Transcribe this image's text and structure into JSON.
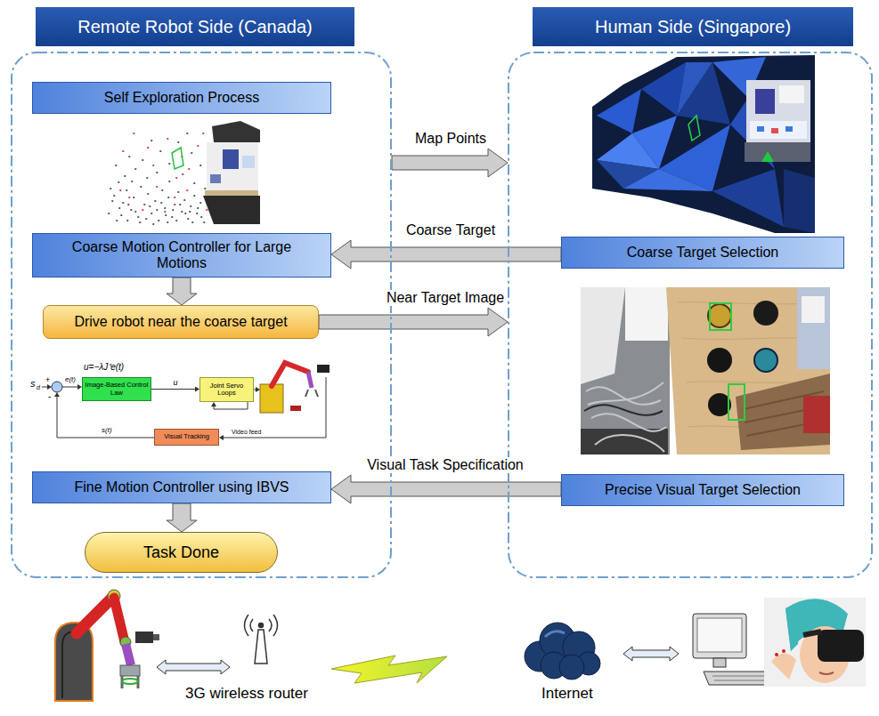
{
  "diagram": {
    "nodes": [
      {
        "text": [
          "Remote Robot Side (Canada)"
        ]
      },
      {
        "text": [
          "Self Exploration Process"
        ],
        "in": 0
      },
      {
        "text": [
          "Coarse Motion Controller for Large Motions"
        ],
        "in": 0
      },
      {
        "text": [
          "Drive robot near the coarse target"
        ],
        "in": 0
      },
      {
        "text": [
          "Image-Based Control Law"
        ],
        "in": 0
      },
      {
        "text": [
          "Joint Servo Loops"
        ],
        "in": 0
      },
      {
        "text": [
          "Visual Tracking"
        ],
        "in": 0
      },
      {
        "text": [
          "Fine Motion Controller using IBVS"
        ],
        "in": 0
      },
      {
        "text": [
          "Task Done"
        ],
        "in": 0
      },
      {
        "text": [
          "Human Side (Singapore)"
        ]
      },
      {
        "text": [
          "Coarse Target Selection"
        ],
        "in": 9
      },
      {
        "text": [
          "Precise Visual Target Selection"
        ],
        "in": 9
      }
    ],
    "edges": [
      {
        "from": 0,
        "to": 9,
        "label": "Map Points",
        "arrow": "to"
      },
      {
        "from": 10,
        "to": 2,
        "label": "Coarse Target",
        "arrow": "to"
      },
      {
        "from": 2,
        "to": 3,
        "arrow": "to"
      },
      {
        "from": 3,
        "to": 9,
        "label": "Near Target Image",
        "arrow": "to"
      },
      {
        "from": 4,
        "to": 5,
        "label": "u",
        "arrow": "to"
      },
      {
        "from": 11,
        "to": 7,
        "label": "Visual Task Specification",
        "arrow": "to"
      },
      {
        "from": 7,
        "to": 8,
        "arrow": "to"
      }
    ],
    "labels": [
      "s",
      "d",
      "+",
      "-",
      "e(t)",
      "u=−λJ⁺e(t)",
      "s(t)",
      "Video feed",
      "3G wireless router",
      "Internet"
    ]
  }
}
